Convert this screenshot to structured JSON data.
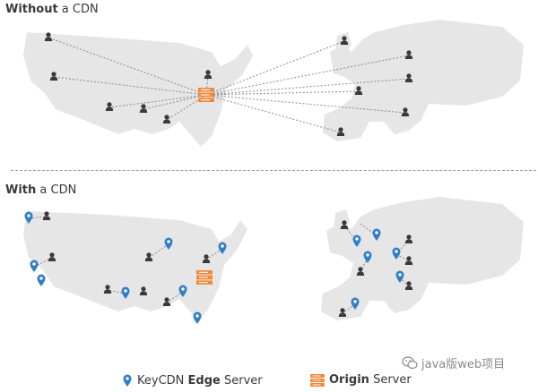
{
  "headings": {
    "without": {
      "bold": "Without",
      "rest": " a CDN"
    },
    "with": {
      "bold": "With",
      "rest": " a CDN"
    }
  },
  "legend": {
    "edge": {
      "prefix": "KeyCDN ",
      "bold": "Edge",
      "suffix": " Server"
    },
    "origin": {
      "bold": "Origin",
      "suffix": " Server"
    }
  },
  "watermark": "java版web项目",
  "colors": {
    "map": "#e6e6e6",
    "user": "#3a3a3a",
    "pin": "#2f7fc6",
    "origin": "#f08a3a",
    "line": "#8a8a8a"
  }
}
